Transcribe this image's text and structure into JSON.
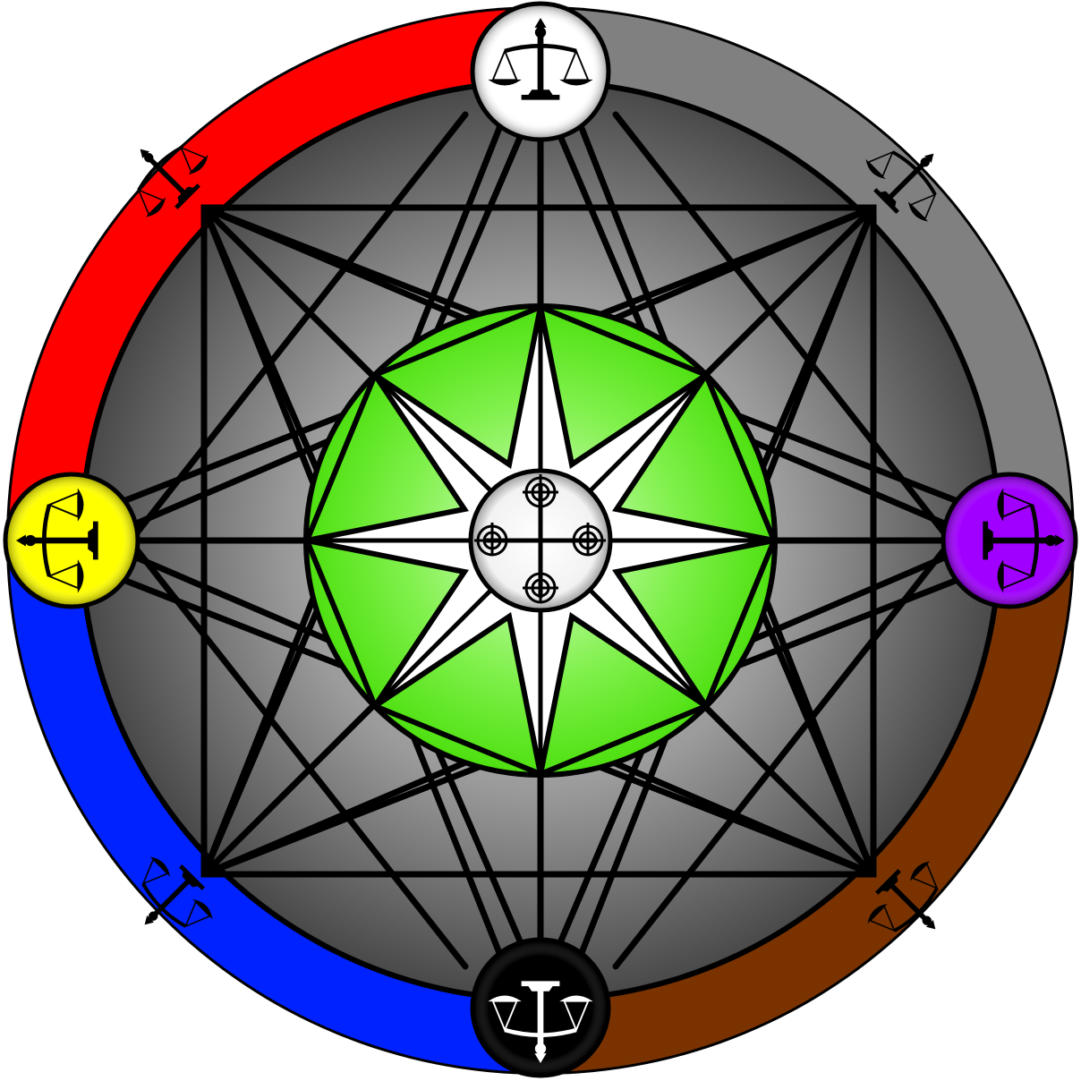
{
  "emblem": {
    "colors": {
      "outline": "#000000",
      "ring_red": "#ff0000",
      "ring_grey": "#808080",
      "ring_purple": "#a000ff",
      "ring_brown": "#7a3300",
      "ring_blue": "#0022ff",
      "ring_yellow": "#ffff00",
      "field_light": "#bdbdbd",
      "field_dark": "#555555",
      "inner_green": "#5cf020",
      "inner_green_light": "#c8ffb0",
      "star_fill": "#ffffff"
    },
    "ring_segments": [
      {
        "name": "red",
        "color": "#ff0000"
      },
      {
        "name": "grey",
        "color": "#808080"
      },
      {
        "name": "brown",
        "color": "#7a3300"
      },
      {
        "name": "blue",
        "color": "#0022ff"
      }
    ],
    "medallions": [
      {
        "name": "top-white",
        "fill": "#ffffff",
        "icon": "balance-scale-icon",
        "icon_color": "#000000"
      },
      {
        "name": "right-purple",
        "fill": "#a000ff",
        "icon": "balance-scale-icon",
        "icon_color": "#000000"
      },
      {
        "name": "bottom-black",
        "fill": "#000000",
        "icon": "balance-scale-icon",
        "icon_color": "#ffffff"
      },
      {
        "name": "left-yellow",
        "fill": "#ffff00",
        "icon": "balance-scale-icon",
        "icon_color": "#000000"
      }
    ],
    "center_hub": {
      "icon": "crossed-orb-icon",
      "fill": "#ffffff"
    },
    "corner_icons": [
      "balance-scale-icon",
      "balance-scale-icon",
      "balance-scale-icon",
      "balance-scale-icon"
    ]
  }
}
